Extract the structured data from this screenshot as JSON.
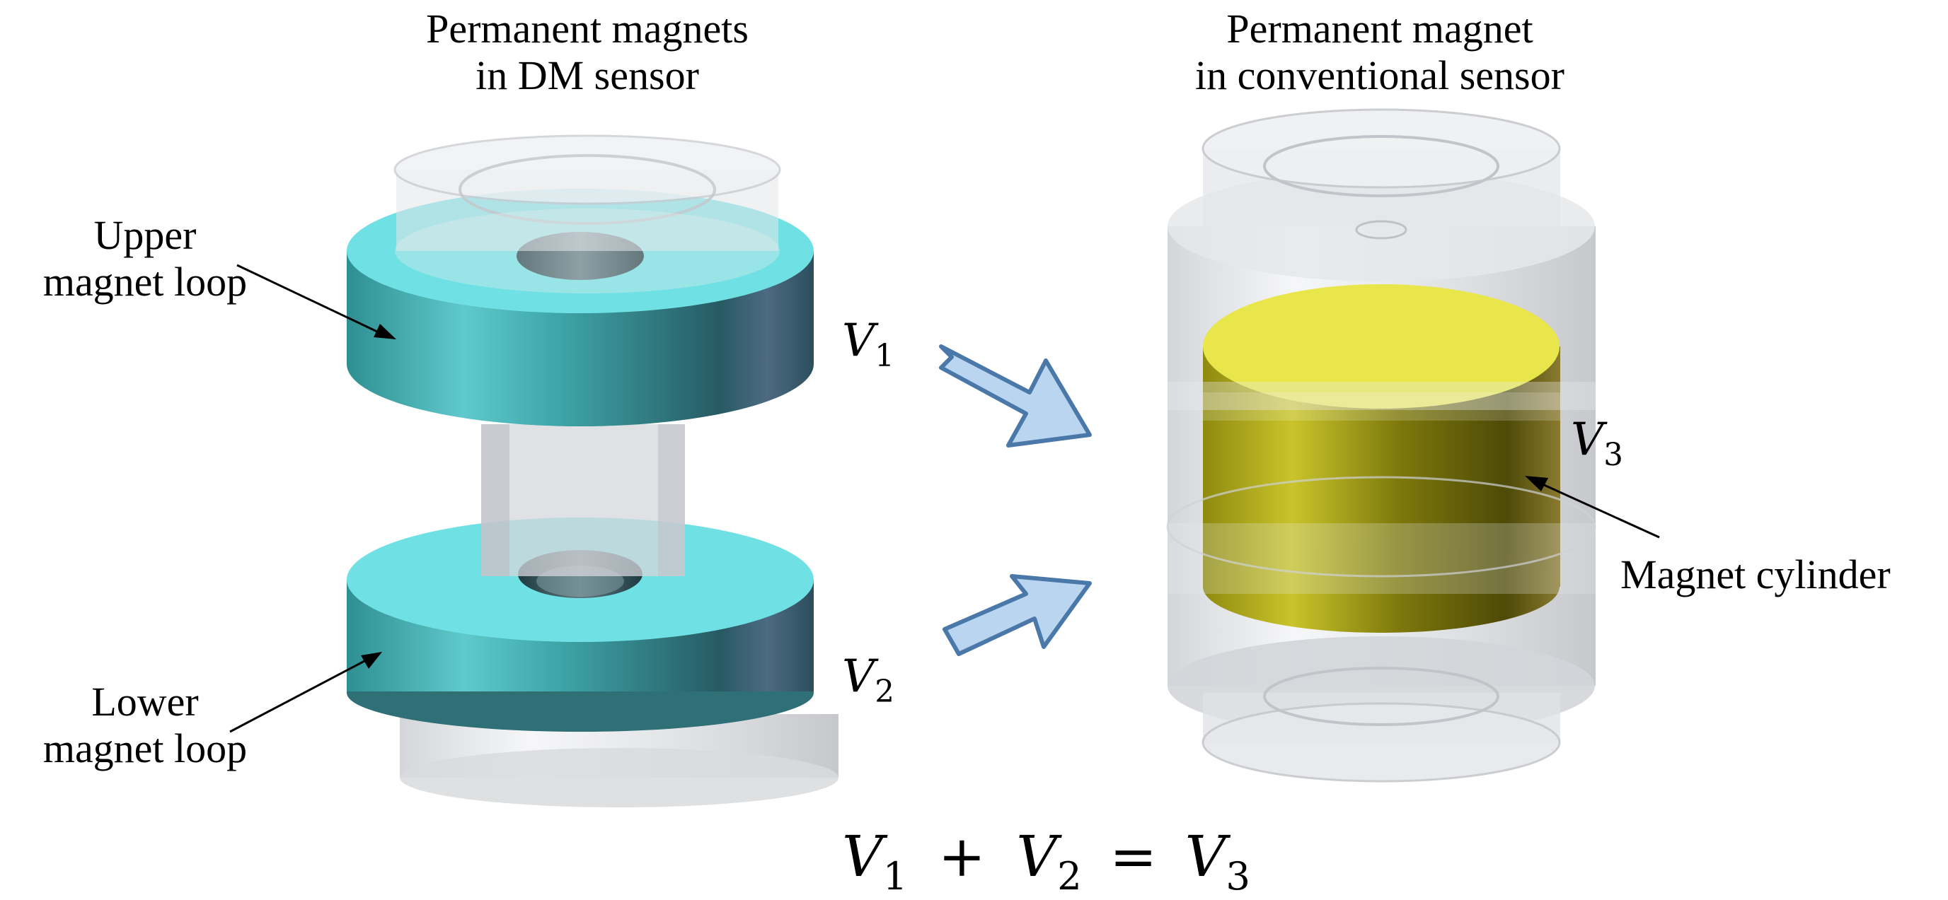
{
  "left_panel": {
    "title_line1": "Permanent magnets",
    "title_line2": "in DM sensor",
    "upper_label_line1": "Upper",
    "upper_label_line2": "magnet loop",
    "lower_label_line1": "Lower",
    "lower_label_line2": "magnet loop",
    "v1": {
      "var": "V",
      "sub": "1"
    },
    "v2": {
      "var": "V",
      "sub": "2"
    }
  },
  "right_panel": {
    "title_line1": "Permanent magnet",
    "title_line2": "in conventional sensor",
    "cylinder_label": "Magnet cylinder",
    "v3": {
      "var": "V",
      "sub": "3"
    }
  },
  "equation": {
    "a": "V",
    "a_sub": "1",
    "plus": "+",
    "b": "V",
    "b_sub": "2",
    "eq": "=",
    "c": "V",
    "c_sub": "3"
  },
  "colors": {
    "magnet_loop": "#3fb6b8",
    "magnet_loop_top": "#6fe0e3",
    "magnet_cylinder": "#b5b020",
    "magnet_cylinder_top": "#e8e64a",
    "housing": "#d6d8dc",
    "arrow_fill": "#b9d5ef",
    "arrow_stroke": "#4a78a8"
  }
}
